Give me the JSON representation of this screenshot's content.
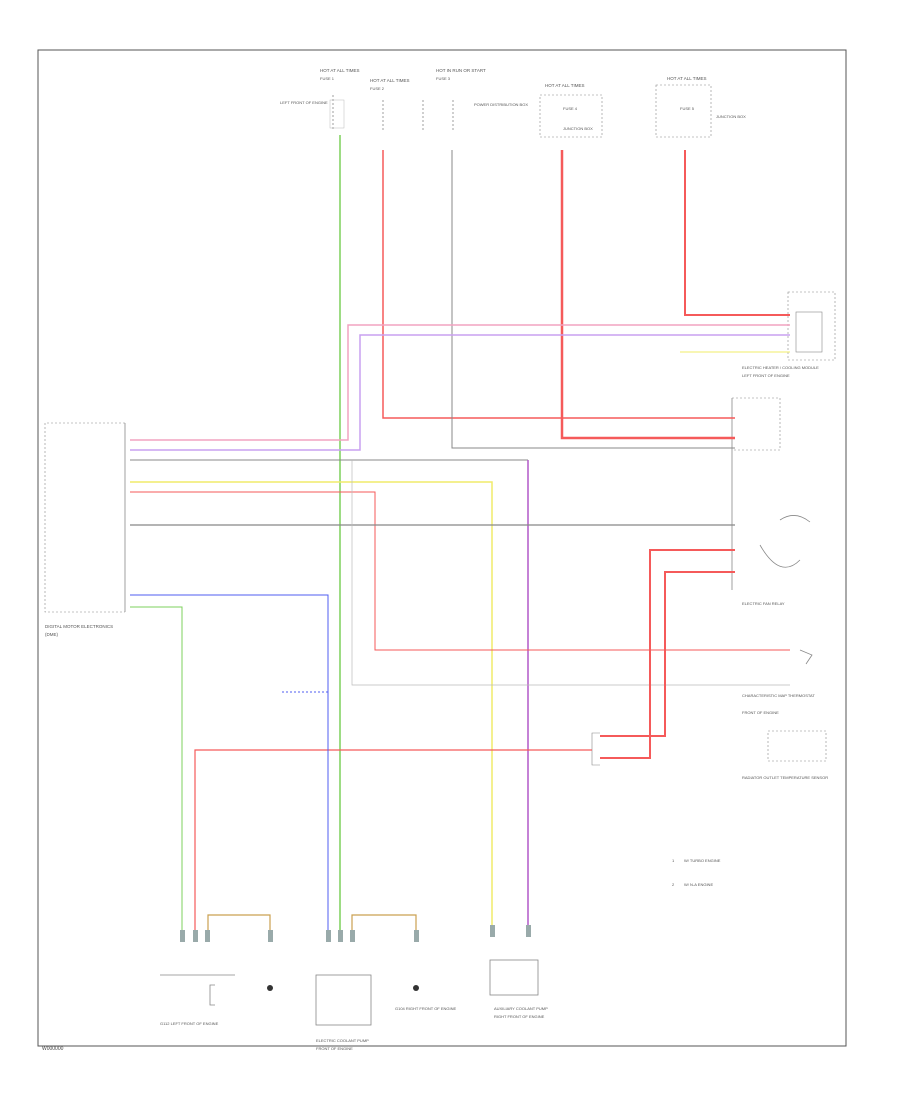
{
  "diagram_id": "W000000",
  "components": {
    "control_module": {
      "label": "DIGITAL MOTOR ELECTRONICS",
      "sub": "(DME)"
    },
    "electric_heater": {
      "label": "ELECTRIC HEATER / COOLING MODULE",
      "sub": "LEFT FRONT OF ENGINE"
    },
    "electric_fan": {
      "label": "ELECTRIC FAN RELAY"
    },
    "thermostat": {
      "label": "CHARACTERISTIC MAP THERMOSTAT",
      "sub": "FRONT OF ENGINE"
    },
    "radiator_sensor": {
      "label": "RADIATOR OUTLET TEMPERATURE SENSOR"
    },
    "coolant_pump": {
      "label": "ELECTRIC COOLANT PUMP",
      "sub": "FRONT OF ENGINE"
    },
    "aux_pump": {
      "label": "AUXILIARY COOLANT PUMP",
      "sub": "RIGHT FRONT OF ENGINE"
    },
    "ground_a": {
      "label": "G112 LEFT FRONT OF ENGINE"
    },
    "ground_b": {
      "label": "G104 RIGHT FRONT OF ENGINE"
    }
  },
  "fuse_labels": [
    {
      "title": "HOT AT ALL TIMES",
      "fuse": "FUSE 1",
      "sub": "LEFT FRONT OF ENGINE"
    },
    {
      "title": "HOT AT ALL TIMES",
      "fuse": "FUSE 2",
      "sub": ""
    },
    {
      "title": "HOT IN RUN OR START",
      "fuse": "FUSE 3",
      "sub": "POWER DISTRIBUTION BOX"
    },
    {
      "title": "HOT AT ALL TIMES",
      "fuse": "FUSE 4",
      "sub": "JUNCTION BOX"
    },
    {
      "title": "HOT AT ALL TIMES",
      "fuse": "FUSE 5",
      "sub": "JUNCTION BOX"
    }
  ],
  "notes": [
    {
      "label": "1",
      "text": "W/ TURBO ENGINE"
    },
    {
      "label": "2",
      "text": "W/ N-A ENGINE"
    }
  ],
  "colors": {
    "green": "#7dd15c",
    "red": "#f55a5a",
    "pink": "#f2a3c0",
    "violet": "#c9a0f0",
    "blue": "#4f5cf0",
    "yellow": "#f0ec6a",
    "gray": "#888888",
    "brown": "#caa050",
    "purple": "#b258c8"
  }
}
